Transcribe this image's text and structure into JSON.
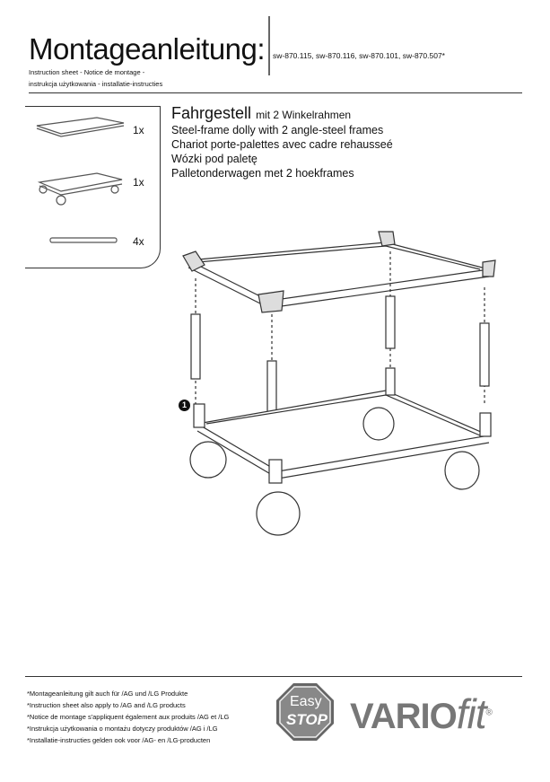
{
  "header": {
    "title": "Montageanleitung:",
    "models": "sw-870.115, sw-870.116, sw-870.101, sw-870.507*",
    "subtitle_line1": "Instruction sheet - Notice de montage  -",
    "subtitle_line2": "instrukcja użytkowania - installatie-instructies"
  },
  "parts": [
    {
      "name": "angle-frame",
      "qty": "1x"
    },
    {
      "name": "chassis",
      "qty": "1x"
    },
    {
      "name": "post",
      "qty": "4x"
    }
  ],
  "product": {
    "title": "Fahrgestell",
    "title_suffix": "mit 2 Winkelrahmen",
    "lines": [
      "Steel-frame dolly with 2 angle-steel frames",
      "Chariot porte-palettes avec cadre rehausseé",
      "Wózki pod paletę",
      "Palletonderwagen met 2 hoekframes"
    ]
  },
  "step": "1",
  "footnotes": [
    "*Montageanleitung gilt auch für /AG und /LG Produkte",
    "*Instruction sheet also apply to /AG and /LG products",
    "*Notice de montage s'appliquent également aux produits /AG et /LG",
    "*Instrukcja użytkowania o montażu dotyczy produktów /AG i /LG",
    "*Installatie-instructies gelden ook voor /AG- en /LG-producten"
  ],
  "logos": {
    "easystop_top": "Easy",
    "easystop_bottom": "STOP",
    "brand_left": "VARIO",
    "brand_right": "fit",
    "registered": "®"
  }
}
